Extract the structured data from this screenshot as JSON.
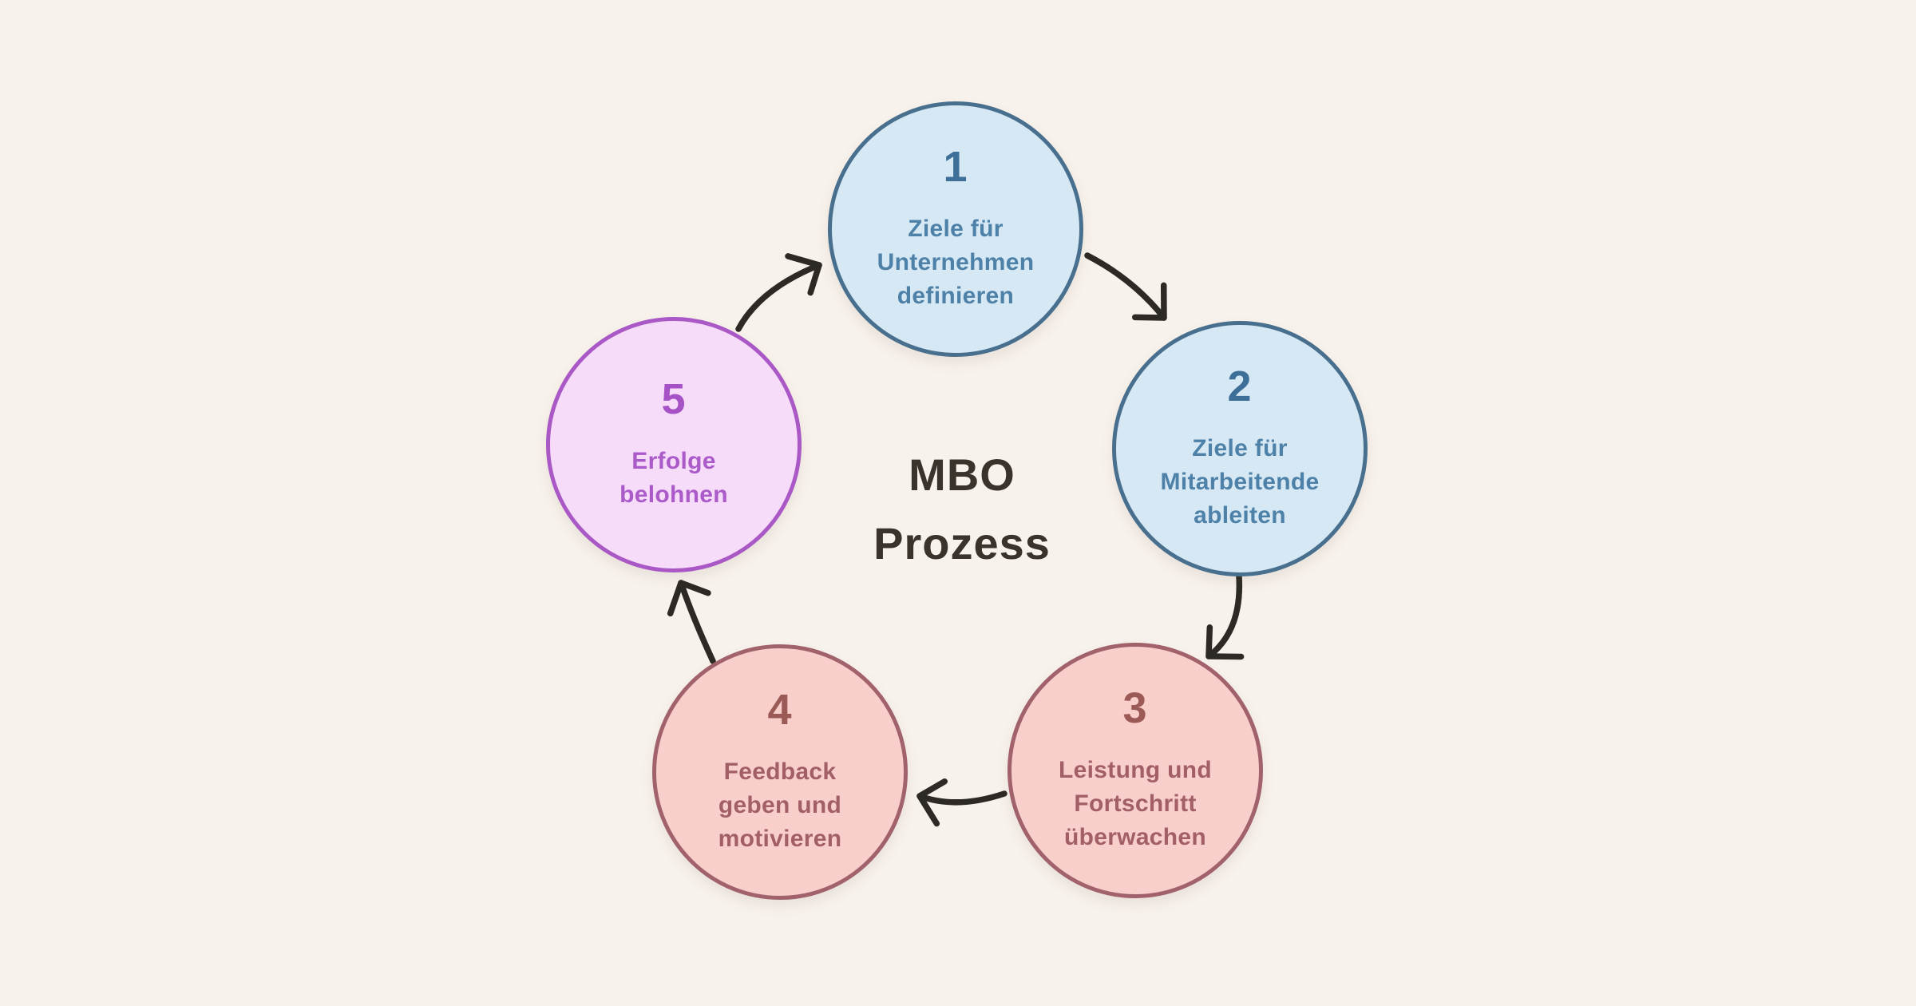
{
  "title": "MBO\nProzess",
  "colors": {
    "background": "#f8f2ec",
    "title_text": "#3a332c",
    "arrow": "#2d2a25",
    "themes": {
      "blue": {
        "fill": "#d6e8f4",
        "border": "#48708e",
        "number": "#3d6f99",
        "text": "#4d81a8"
      },
      "pink": {
        "fill": "#f9cfcc",
        "border": "#a2626b",
        "number": "#9c5a56",
        "text": "#a25f66"
      },
      "purple": {
        "fill": "#f6dcf9",
        "border": "#a958c6",
        "number": "#a651c5",
        "text": "#ab5ac9"
      }
    }
  },
  "steps": [
    {
      "number": "1",
      "label": "Ziele für\nUnternehmen\ndefinieren",
      "theme": "blue"
    },
    {
      "number": "2",
      "label": "Ziele für\nMitarbeitende\nableiten",
      "theme": "blue"
    },
    {
      "number": "3",
      "label": "Leistung und\nFortschritt\nüberwachen",
      "theme": "pink"
    },
    {
      "number": "4",
      "label": "Feedback\ngeben und\nmotivieren",
      "theme": "pink"
    },
    {
      "number": "5",
      "label": "Erfolge\nbelohnen",
      "theme": "purple"
    }
  ],
  "arrows": [
    {
      "from": "5",
      "to": "1"
    },
    {
      "from": "1",
      "to": "2"
    },
    {
      "from": "2",
      "to": "3"
    },
    {
      "from": "3",
      "to": "4"
    },
    {
      "from": "4",
      "to": "5"
    }
  ]
}
